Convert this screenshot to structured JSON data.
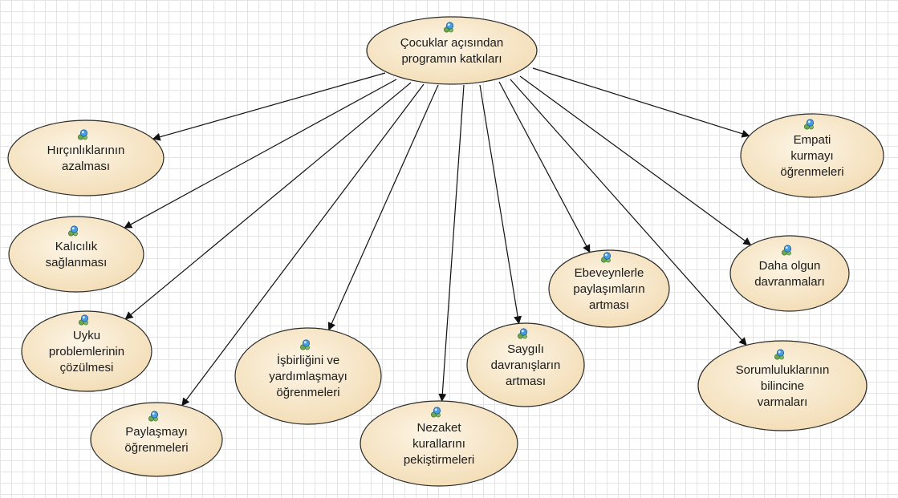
{
  "diagram": {
    "root": {
      "id": "root",
      "lines": [
        "Çocuklar açısından",
        "programın katkıları"
      ],
      "icon": "use-case-icon"
    },
    "nodes": [
      {
        "id": "hircinlik",
        "lines": [
          "Hırçınlıklarının",
          "azalması"
        ],
        "icon": "use-case-icon"
      },
      {
        "id": "kalicilik",
        "lines": [
          "Kalıcılık",
          "sağlanması"
        ],
        "icon": "use-case-icon"
      },
      {
        "id": "uyku",
        "lines": [
          "Uyku",
          "problemlerinin",
          "çözülmesi"
        ],
        "icon": "use-case-icon"
      },
      {
        "id": "paylasmayi",
        "lines": [
          "Paylaşmayı",
          "öğrenmeleri"
        ],
        "icon": "use-case-icon"
      },
      {
        "id": "isbirligi",
        "lines": [
          "İşbirliğini ve",
          "yardımlaşmayı",
          "öğrenmeleri"
        ],
        "icon": "use-case-icon"
      },
      {
        "id": "nezaket",
        "lines": [
          "Nezaket",
          "kurallarını",
          "pekiştirmeleri"
        ],
        "icon": "use-case-icon"
      },
      {
        "id": "saygili",
        "lines": [
          "Saygılı",
          "davranışların",
          "artması"
        ],
        "icon": "use-case-icon"
      },
      {
        "id": "ebeveyn",
        "lines": [
          "Ebeveynlerle",
          "paylaşımların",
          "artması"
        ],
        "icon": "use-case-icon"
      },
      {
        "id": "sorumluluk",
        "lines": [
          "Sorumluluklarının",
          "bilincine",
          "varmaları"
        ],
        "icon": "use-case-icon"
      },
      {
        "id": "olgun",
        "lines": [
          "Daha olgun",
          "davranmaları"
        ],
        "icon": "use-case-icon"
      },
      {
        "id": "empati",
        "lines": [
          "Empati",
          "kurmayı",
          "öğrenmeleri"
        ],
        "icon": "use-case-icon"
      }
    ],
    "edges": [
      {
        "from": "root",
        "to": "hircinlik"
      },
      {
        "from": "root",
        "to": "kalicilik"
      },
      {
        "from": "root",
        "to": "uyku"
      },
      {
        "from": "root",
        "to": "paylasmayi"
      },
      {
        "from": "root",
        "to": "isbirligi"
      },
      {
        "from": "root",
        "to": "nezaket"
      },
      {
        "from": "root",
        "to": "saygili"
      },
      {
        "from": "root",
        "to": "ebeveyn"
      },
      {
        "from": "root",
        "to": "sorumluluk"
      },
      {
        "from": "root",
        "to": "olgun"
      },
      {
        "from": "root",
        "to": "empati"
      }
    ],
    "colors": {
      "node_fill_light": "#fdf5e6",
      "node_fill_dark": "#f2dcb4",
      "node_stroke": "#2a2a2a",
      "edge": "#111111",
      "icon_blue": "#3a86c8",
      "icon_green": "#6aa84f"
    }
  }
}
